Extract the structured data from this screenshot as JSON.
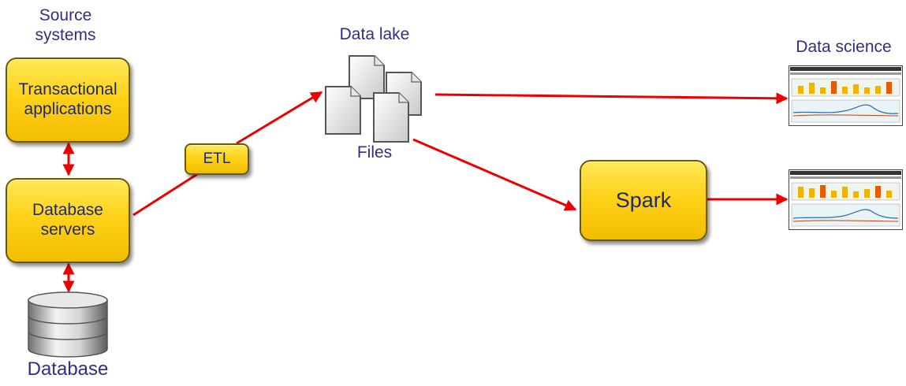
{
  "labels": {
    "source_systems": "Source systems",
    "data_lake": "Data lake",
    "files": "Files",
    "data_science": "Data science",
    "database": "Database"
  },
  "nodes": {
    "transactional": "Transactional applications",
    "database_servers": "Database servers",
    "etl": "ETL",
    "spark": "Spark"
  },
  "colors": {
    "box_fill": "#ffd21a",
    "box_border": "#6a5a00",
    "arrow": "#ee0000",
    "label_text": "#2e2f86"
  },
  "icons": [
    "files-icon",
    "database-icon",
    "report-icon",
    "report-icon"
  ]
}
